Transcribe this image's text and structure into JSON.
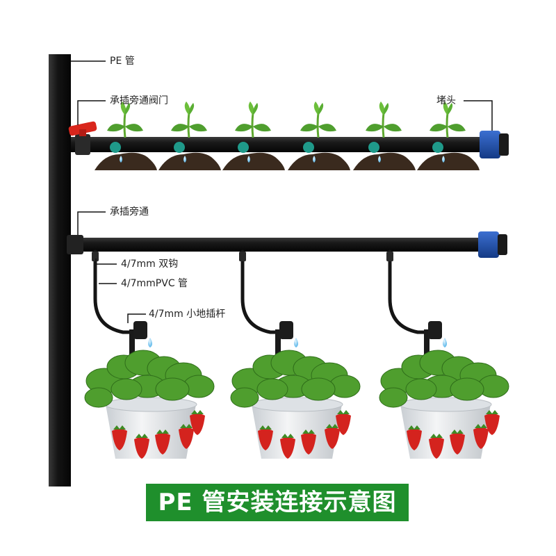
{
  "labels": {
    "pe_pipe": "PE 管",
    "bypass_valve": "承插旁通阀门",
    "end_plug": "堵头",
    "bypass": "承插旁通",
    "double_hook": "4/7mm 双钩",
    "pvc_tube": "4/7mmPVC 管",
    "ground_stake": "4/7mm 小地插杆"
  },
  "caption": "PE 管安装连接示意图",
  "colors": {
    "pipe": "#111111",
    "valve": "#d9261c",
    "end_cap": "#1f4fa8",
    "dripper": "#1f9a8a",
    "caption_bg": "#1f8f2c",
    "leaf": "#4f9e2e",
    "strawberry": "#d4231e",
    "pot": "#e9ecef"
  }
}
